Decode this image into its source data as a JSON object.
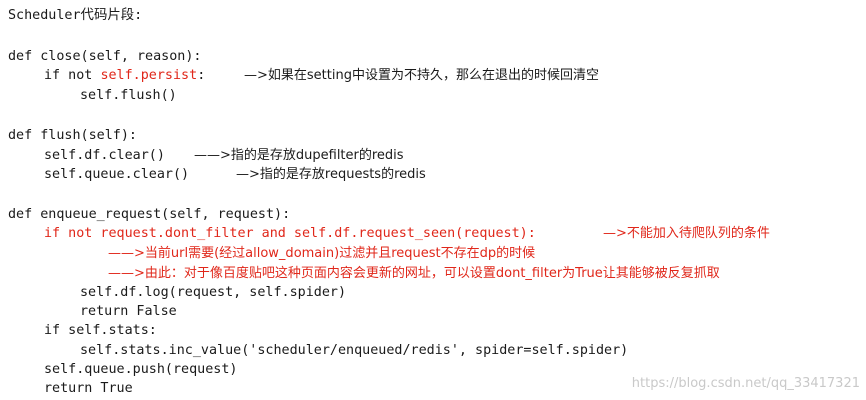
{
  "heading": "Scheduler代码片段:",
  "close_block": {
    "def_line": "def close(self, reason):",
    "if_prefix": "if not ",
    "if_red": "self.persist",
    "if_suffix": ":",
    "if_note": "—>如果在setting中设置为不持久，那么在退出的时候回清空",
    "flush_call": "self.flush()"
  },
  "flush_block": {
    "def_line": "def flush(self):",
    "df_clear": "self.df.clear()",
    "df_note": "——>指的是存放dupefilter的redis",
    "queue_clear": "self.queue.clear()",
    "queue_note": "—>指的是存放requests的redis"
  },
  "enqueue_block": {
    "def_line": "def enqueue_request(self, request):",
    "if_condition": "if not request.dont_filter and self.df.request_seen(request):",
    "if_note": "—>不能加入待爬队列的条件",
    "note_line_1": "——>当前url需要(经过allow_domain)过滤并且request不存在dp的时候",
    "note_line_2": "——>由此：对于像百度贴吧这种页面内容会更新的网址，可以设置dont_filter为True让其能够被反复抓取",
    "df_log": "self.df.log(request, self.spider)",
    "return_false": "return False",
    "if_stats": "if self.stats:",
    "inc_value": "self.stats.inc_value('scheduler/enqueued/redis', spider=self.spider)",
    "queue_push": "self.queue.push(request)",
    "return_true": "return True"
  },
  "watermark": "https://blog.csdn.net/qq_33417321",
  "colors": {
    "code_text": "#1a1a1a",
    "highlight_red": "#e0271a",
    "watermark_gray": "#c9c9c9",
    "background": "#ffffff"
  }
}
